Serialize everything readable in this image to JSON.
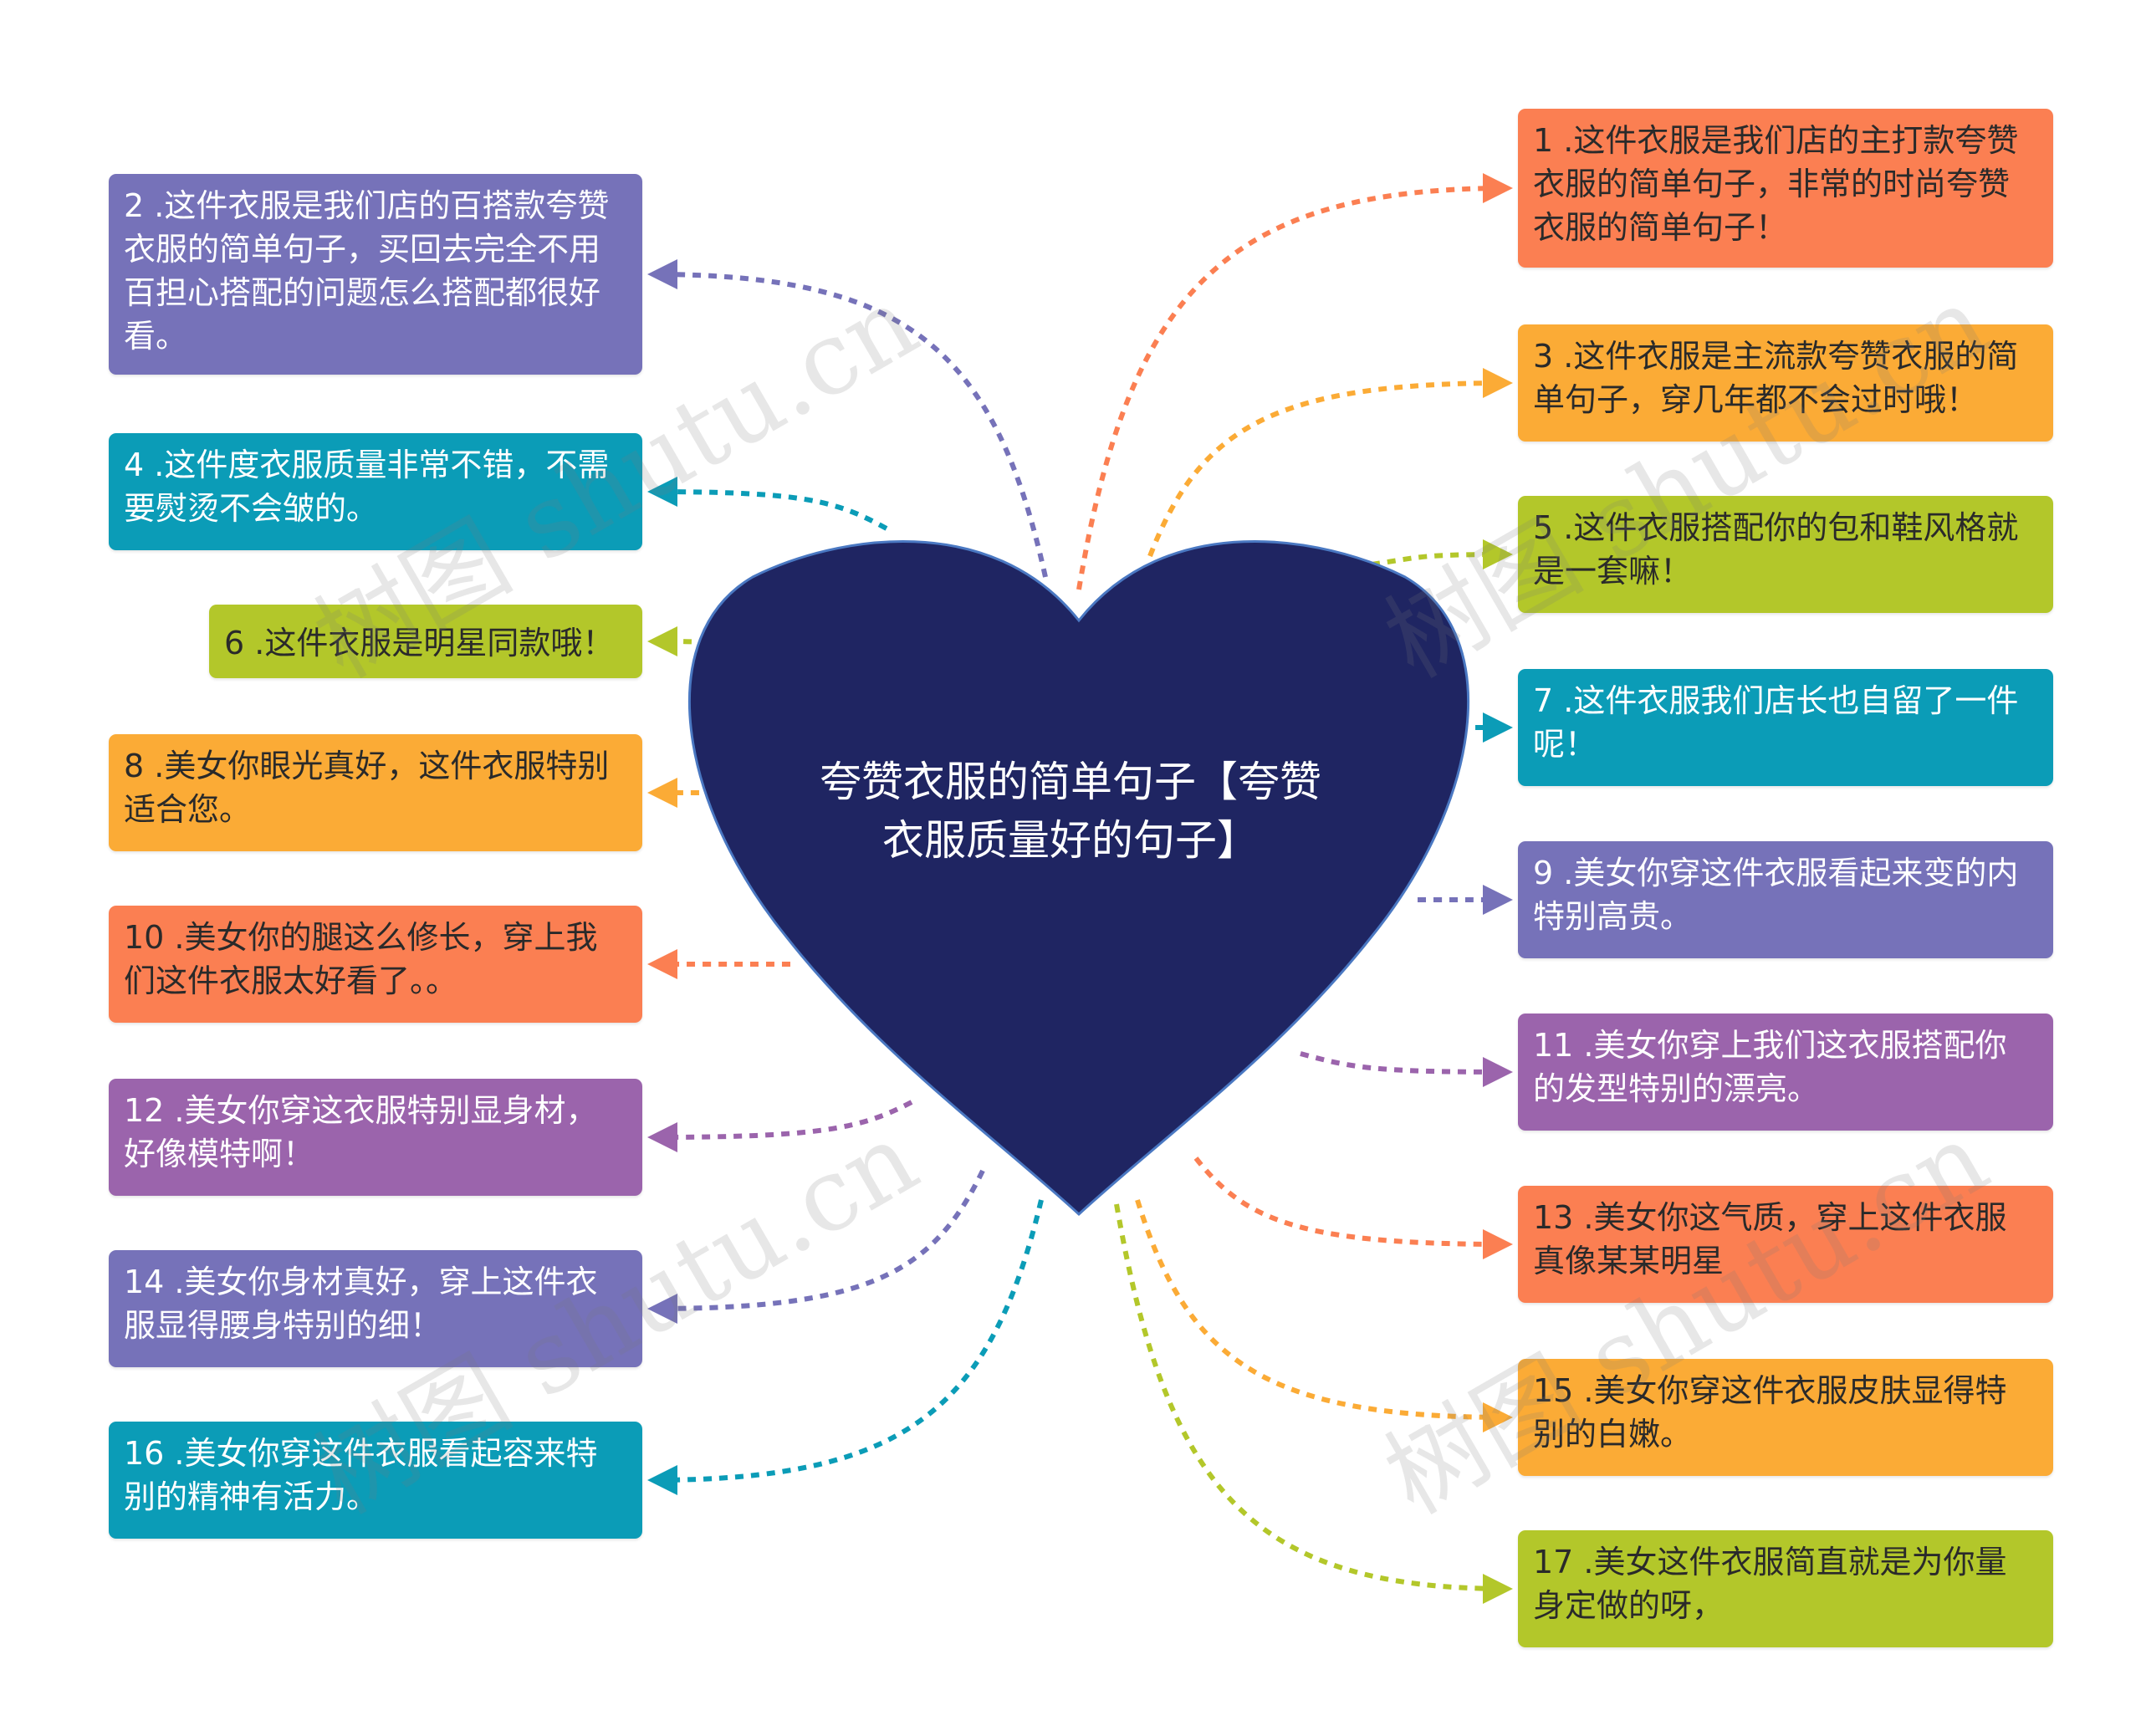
{
  "central": {
    "title": "夸赞衣服的简单句子【夸赞衣服质量好的句子】",
    "fill": "#1f2562",
    "border": "#4a78c2"
  },
  "watermark": "树图 shutu.cn",
  "colors": {
    "orange": "#fb7f52",
    "purple": "#7672b9",
    "amber": "#fbab36",
    "teal": "#0b9cb7",
    "lime": "#b3c72a",
    "violet": "#9b64ac"
  },
  "nodes": [
    {
      "id": 1,
      "text": "1 .这件衣服是我们店的主打款夸赞衣服的简单句子，非常的时尚夸赞衣服的简单句子！",
      "color": "orange",
      "side": "right"
    },
    {
      "id": 2,
      "text": " 2 .这件衣服是我们店的百搭款夸赞衣服的简单句子，买回去完全不用百担心搭配的问题怎么搭配都很好看。",
      "color": "purple",
      "side": "left"
    },
    {
      "id": 3,
      "text": "3 .这件衣服是主流款夸赞衣服的简单句子，穿几年都不会过时哦！",
      "color": "amber",
      "side": "right"
    },
    {
      "id": 4,
      "text": "4 .这件度衣服质量非常不错，不需要熨烫不会皱的。",
      "color": "teal",
      "side": "left"
    },
    {
      "id": 5,
      "text": " 5 .这件衣服搭配你的包和鞋风格就是一套嘛！",
      "color": "lime",
      "side": "right"
    },
    {
      "id": 6,
      "text": "6 .这件衣服是明星同款哦！",
      "color": "lime",
      "side": "left"
    },
    {
      "id": 7,
      "text": " 7 .这件衣服我们店长也自留了一件呢！",
      "color": "teal",
      "side": "right"
    },
    {
      "id": 8,
      "text": " 8 .美女你眼光真好，这件衣服特别适合您。",
      "color": "amber",
      "side": "left"
    },
    {
      "id": 9,
      "text": " 9 .美女你穿这件衣服看起来变的内特别高贵。",
      "color": "purple",
      "side": "right"
    },
    {
      "id": 10,
      "text": " 10 .美女你的腿这么修长，穿上我们这件衣服太好看了。。",
      "color": "orange",
      "side": "left"
    },
    {
      "id": 11,
      "text": " 11 .美女你穿上我们这衣服搭配你的发型特别的漂亮。",
      "color": "violet",
      "side": "right"
    },
    {
      "id": 12,
      "text": " 12 .美女你穿这衣服特别显身材，好像模特啊！",
      "color": "violet",
      "side": "left"
    },
    {
      "id": 13,
      "text": " 13 .美女你这气质，穿上这件衣服真像某某明星",
      "color": "orange",
      "side": "right"
    },
    {
      "id": 14,
      "text": "14 .美女你身材真好，穿上这件衣服显得腰身特别的细！",
      "color": "purple",
      "side": "left"
    },
    {
      "id": 15,
      "text": "15 .美女你穿这件衣服皮肤显得特别的白嫩。",
      "color": "amber",
      "side": "right"
    },
    {
      "id": 16,
      "text": " 16 .美女你穿这件衣服看起容来特别的精神有活力。",
      "color": "teal",
      "side": "left"
    },
    {
      "id": 17,
      "text": "17 .美女这件衣服简直就是为你量身定做的呀，",
      "color": "lime",
      "side": "right"
    }
  ]
}
